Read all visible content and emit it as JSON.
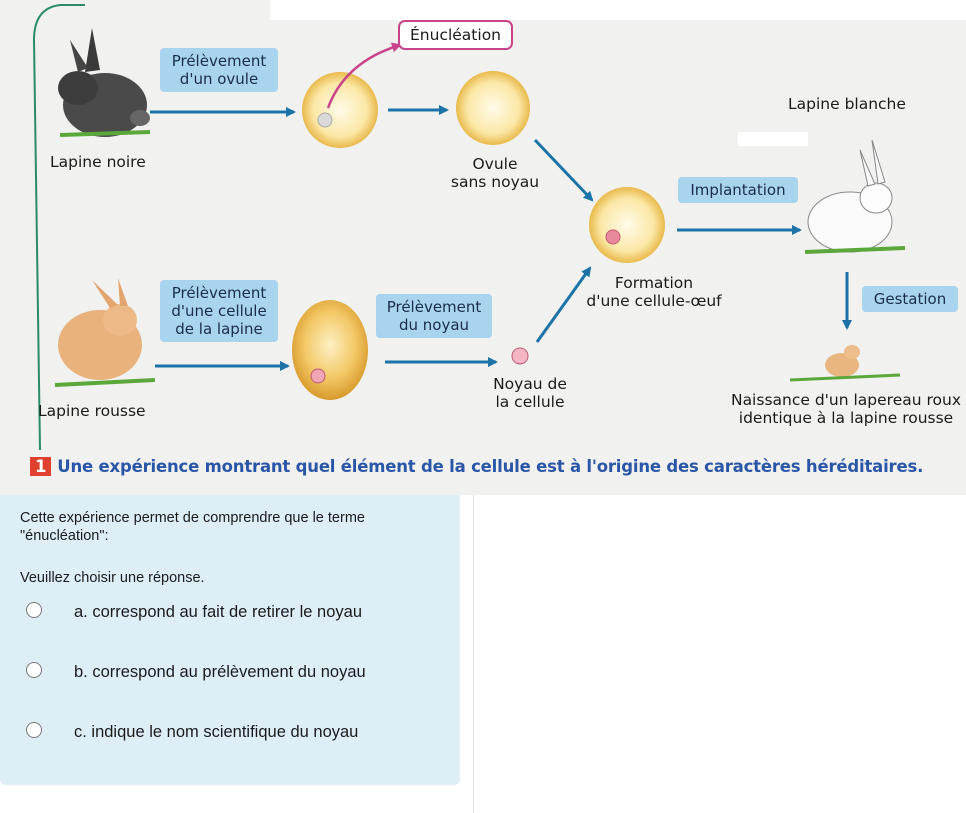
{
  "diagram": {
    "labels": {
      "enucleation": "Énucléation",
      "prelevement_ovule": "Prélèvement\nd'un ovule",
      "lapine_noire": "Lapine noire",
      "ovule_sans_noyau": "Ovule\nsans noyau",
      "lapine_blanche": "Lapine blanche",
      "implantation": "Implantation",
      "prelevement_cellule": "Prélèvement\nd'une cellule\nde la lapine",
      "prelevement_noyau": "Prélèvement\ndu noyau",
      "formation": "Formation\nd'une cellule-œuf",
      "gestation": "Gestation",
      "noyau_cellule": "Noyau de\nla cellule",
      "lapine_rousse": "Lapine rousse",
      "naissance": "Naissance d'un lapereau roux\nidentique à la lapine rousse"
    },
    "caption_number": "1",
    "caption_text": "Une expérience montrant quel élément de la cellule est à l'origine des caractères héréditaires.",
    "colors": {
      "arrow": "#1b73a8",
      "box": "#a9d4ee",
      "caption": "#2a56a8",
      "enucleation_border": "#c9438a"
    }
  },
  "question": {
    "text": "Cette expérience permet de comprendre que le terme \"énucléation\":",
    "instruction": "Veuillez choisir une réponse.",
    "options": [
      {
        "label": "a. correspond au fait de retirer le noyau"
      },
      {
        "label": "b. correspond au prélèvement du noyau"
      },
      {
        "label": "c. indique le nom scientifique du noyau"
      }
    ]
  }
}
